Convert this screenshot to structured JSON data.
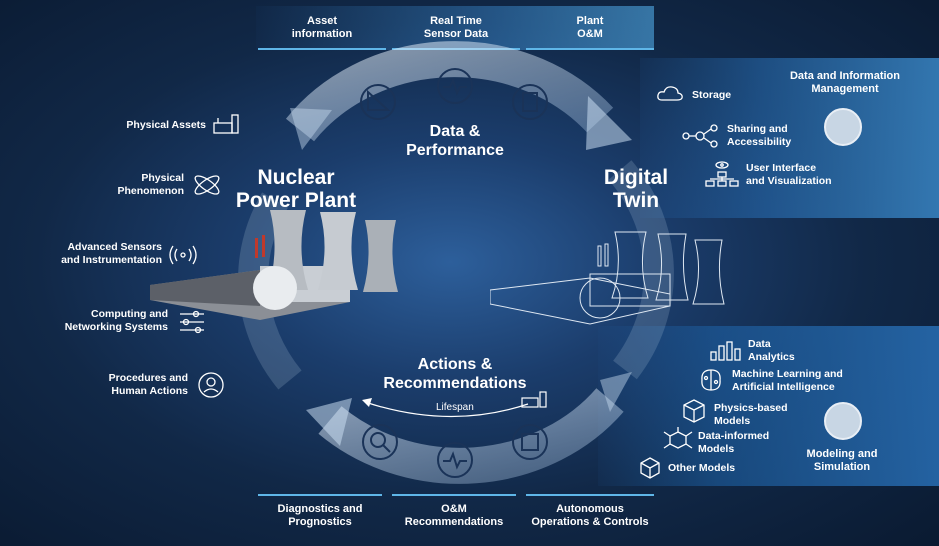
{
  "top": {
    "asset_info": "Asset\ninformation",
    "realtime": "Real Time\nSensor Data",
    "plant_om": "Plant\nO&M"
  },
  "bottom": {
    "diag": "Diagnostics and\nPrognostics",
    "om_rec": "O&M\nRecommendations",
    "auto": "Autonomous\nOperations & Controls"
  },
  "left": {
    "physical_assets": "Physical Assets",
    "physical_phenomenon": "Physical\nPhenomenon",
    "sensors": "Advanced Sensors\nand Instrumentation",
    "computing": "Computing and\nNetworking Systems",
    "procedures": "Procedures and\nHuman Actions"
  },
  "center": {
    "npp": "Nuclear\nPower Plant",
    "dt": "Digital\nTwin",
    "data_perf": "Data &\nPerformance",
    "actions": "Actions &\nRecommendations",
    "lifespan": "Lifespan"
  },
  "right_top": {
    "storage": "Storage",
    "sharing": "Sharing and\nAccessibility",
    "ui": "User Interface\nand Visualization",
    "dim": "Data and Information\nManagement"
  },
  "right_bottom": {
    "analytics": "Data\nAnalytics",
    "ml": "Machine Learning and\nArtificial Intelligence",
    "physics": "Physics-based\nModels",
    "datainf": "Data-informed\nModels",
    "other": "Other Models",
    "modsim": "Modeling and\nSimulation"
  },
  "colors": {
    "accent": "#5fb6e8",
    "bg_dark": "#0a1a31",
    "bg_mid": "#1b3d6c"
  }
}
